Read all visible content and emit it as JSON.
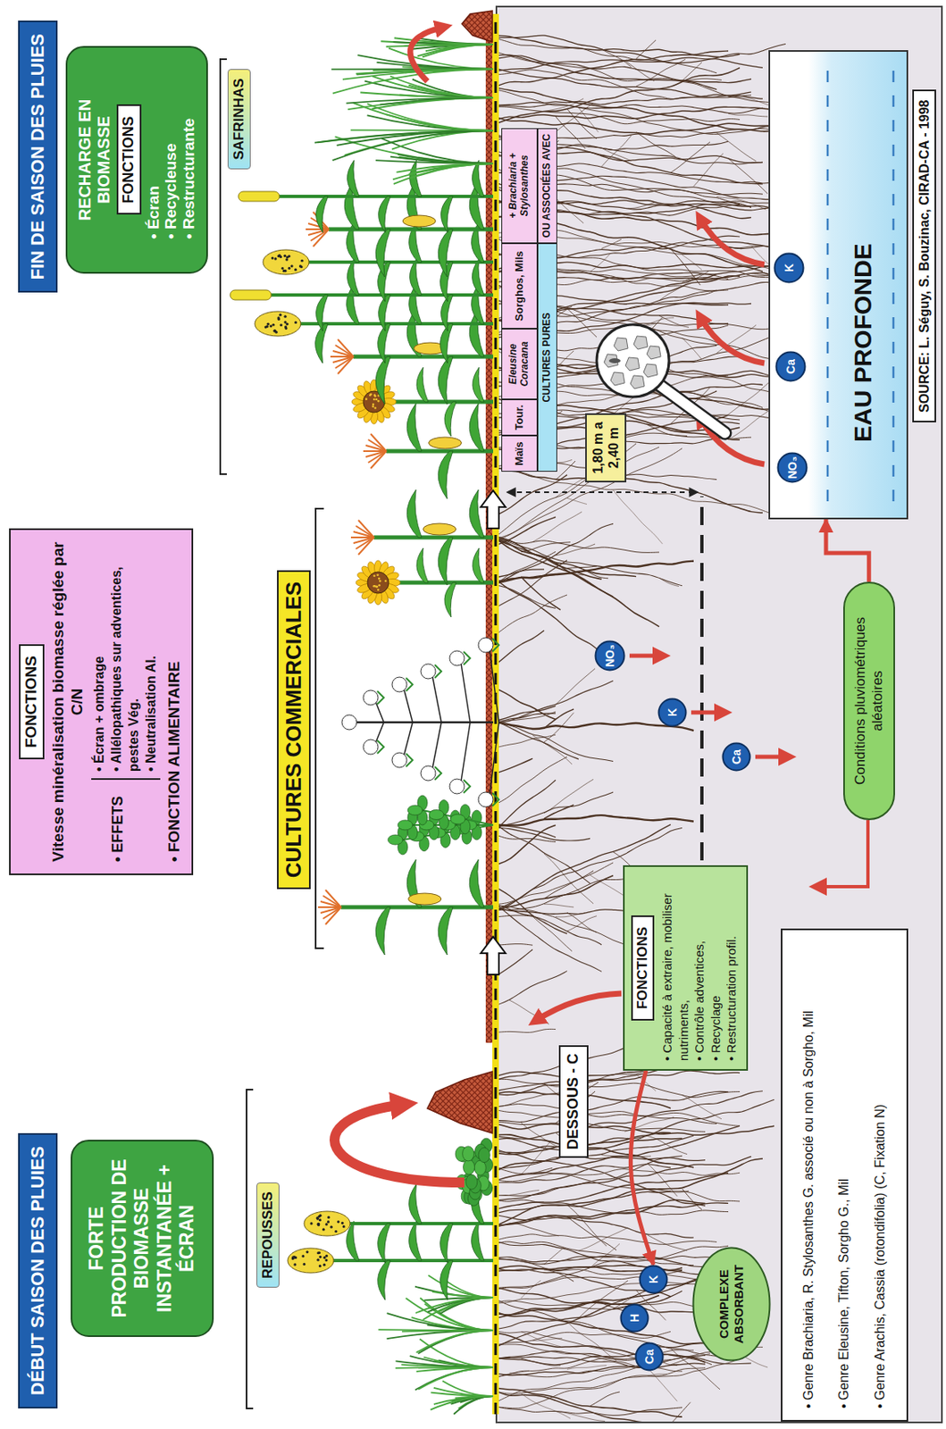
{
  "diagram": {
    "nodes": [
      {
        "text": [
          "DÉBUT SAISON DES PLUIES"
        ]
      },
      {
        "text": [
          "FORTE PRODUCTION DE BIOMASSE INSTANTANÉE + ÉCRAN"
        ]
      },
      {
        "text": [
          "REPOUSSES"
        ]
      },
      {
        "text": [
          "FONCTIONS",
          "Vitesse minéralisation biomasse réglée par C/N",
          "• EFFETS",
          "• Écran + ombrage",
          "• Allélopathiques sur adventices, pestes Vég.",
          "• Neutralisation Al.",
          "• FONCTION ALIMENTAIRE"
        ]
      },
      {
        "text": [
          "CULTURES COMMERCIALES"
        ]
      },
      {
        "text": [
          "FIN DE SAISON DES PLUIES"
        ]
      },
      {
        "text": [
          "RECHARGE EN BIOMASSE",
          "FONCTIONS",
          "• Écran",
          "• Recycleuse",
          "• Restructurante"
        ]
      },
      {
        "text": [
          "SAFRINHAS"
        ]
      },
      {
        "text": [
          "DESSOUS - C"
        ]
      },
      {
        "text": [
          "FONCTIONS",
          "• Capacité à extraire, mobiliser nutriments,",
          "• Contrôle adventices,",
          "• Recyclage",
          "• Restructuration profil."
        ]
      },
      {
        "text": [
          "COMPLEXE ABSORBANT"
        ]
      },
      {
        "text": [
          "Ca"
        ]
      },
      {
        "text": [
          "H"
        ]
      },
      {
        "text": [
          "K"
        ]
      },
      {
        "text": [
          "Ca"
        ]
      },
      {
        "text": [
          "K"
        ]
      },
      {
        "text": [
          "NO₃"
        ]
      },
      {
        "text": [
          "1,80 m a 2,40 m"
        ]
      },
      {
        "text": [
          "• Genre Brachiaria, R. Stylosanthes G. associé ou non à Sorgho, Mil",
          "• Genre Eleusine, Tifton, Sorgho G., Mil",
          "• Genre Arachis, Cassia (rotondifolia) (C, Fixation N)"
        ]
      },
      {
        "text": [
          "Conditions pluviométriques aléatoires"
        ]
      },
      {
        "text": [
          "EAU PROFONDE"
        ]
      },
      {
        "text": [
          "NO₃"
        ],
        "in": 20
      },
      {
        "text": [
          "Ca"
        ],
        "in": 20
      },
      {
        "text": [
          "K"
        ],
        "in": 20
      },
      {
        "text": [
          "SOURCE: L. Séguy, S. Bouzinac, CIRAD-CA - 1998"
        ]
      }
    ],
    "edges": [
      {
        "from": 9,
        "to": 13,
        "arrow": "to"
      },
      {
        "from": 19,
        "to": 20,
        "arrow": "to"
      }
    ],
    "labels": [
      "Maïs",
      "Tour.",
      "Eleusine Coracana",
      "Sorghos, Mils",
      "+ Brachiaria + Stylosanthes",
      "CULTURES PURES",
      "OU ASSOCIÉES AVEC"
    ]
  }
}
